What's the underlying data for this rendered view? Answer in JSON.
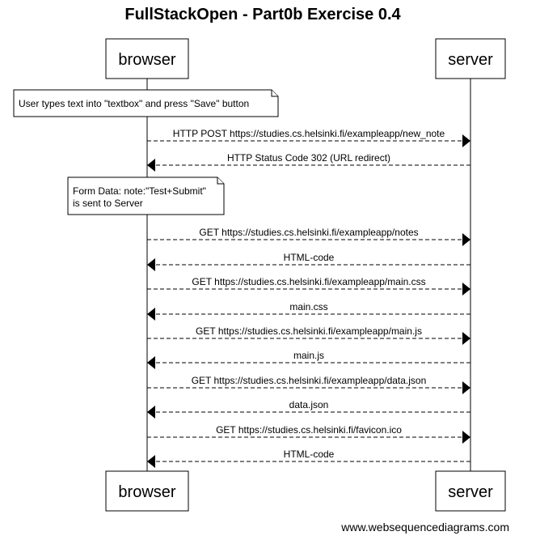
{
  "title": "FullStackOpen - Part0b Exercise 0.4",
  "participants": [
    {
      "id": "browser",
      "label": "browser"
    },
    {
      "id": "server",
      "label": "server"
    }
  ],
  "steps": [
    {
      "kind": "note",
      "over": "browser",
      "lines": [
        "User types text into \"textbox\" and press \"Save\" button"
      ]
    },
    {
      "kind": "message",
      "from": "browser",
      "to": "server",
      "text": "HTTP POST https://studies.cs.helsinki.fi/exampleapp/new_note"
    },
    {
      "kind": "message",
      "from": "server",
      "to": "browser",
      "text": "HTTP Status Code 302 (URL redirect)"
    },
    {
      "kind": "note",
      "over": "browser",
      "lines": [
        "Form Data: note:\"Test+Submit\"",
        "is sent to Server"
      ]
    },
    {
      "kind": "message",
      "from": "browser",
      "to": "server",
      "text": "GET https://studies.cs.helsinki.fi/exampleapp/notes"
    },
    {
      "kind": "message",
      "from": "server",
      "to": "browser",
      "text": "HTML-code"
    },
    {
      "kind": "message",
      "from": "browser",
      "to": "server",
      "text": "GET https://studies.cs.helsinki.fi/exampleapp/main.css"
    },
    {
      "kind": "message",
      "from": "server",
      "to": "browser",
      "text": "main.css"
    },
    {
      "kind": "message",
      "from": "browser",
      "to": "server",
      "text": "GET https://studies.cs.helsinki.fi/exampleapp/main.js"
    },
    {
      "kind": "message",
      "from": "server",
      "to": "browser",
      "text": "main.js"
    },
    {
      "kind": "message",
      "from": "browser",
      "to": "server",
      "text": "GET https://studies.cs.helsinki.fi/exampleapp/data.json"
    },
    {
      "kind": "message",
      "from": "server",
      "to": "browser",
      "text": "data.json"
    },
    {
      "kind": "message",
      "from": "browser",
      "to": "server",
      "text": "GET https://studies.cs.helsinki.fi/favicon.ico"
    },
    {
      "kind": "message",
      "from": "server",
      "to": "browser",
      "text": "HTML-code"
    }
  ],
  "footer": "www.websequencediagrams.com"
}
